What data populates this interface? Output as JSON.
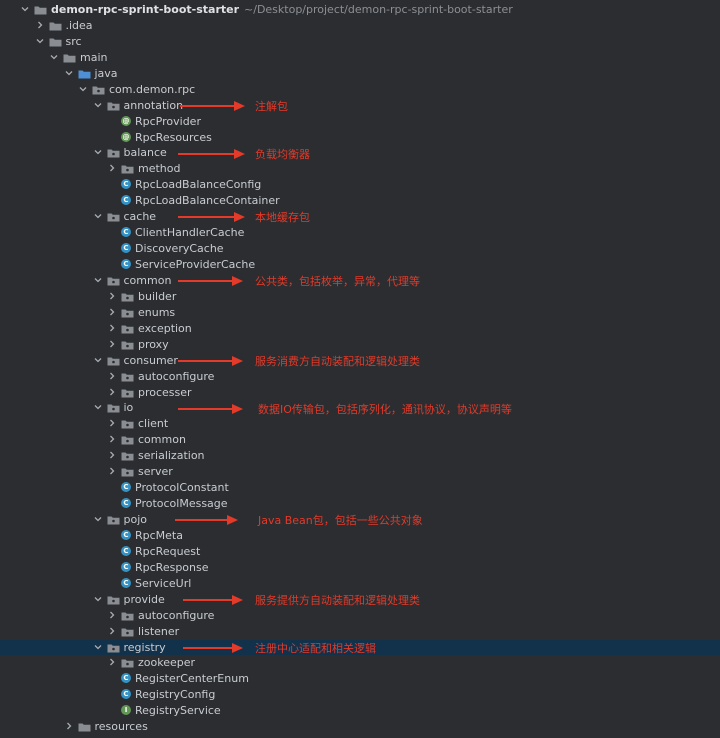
{
  "colors": {
    "background": "#2b2d30",
    "selected_row": "#12314a",
    "folder": "#8a8d92",
    "source_folder": "#4f8fd6",
    "class_icon": "#3592c4",
    "annotation_icon": "#629755",
    "interface_icon": "#629755",
    "annotation_red": "#e33a2a"
  },
  "tree": [
    {
      "depth": 0,
      "chev": "down",
      "icon": "folder",
      "label": "demon-rpc-sprint-boot-starter",
      "path": "~/Desktop/project/demon-rpc-sprint-boot-starter",
      "root": true
    },
    {
      "depth": 1,
      "chev": "right",
      "icon": "folder",
      "label": ".idea"
    },
    {
      "depth": 1,
      "chev": "down",
      "icon": "folder",
      "label": "src"
    },
    {
      "depth": 2,
      "chev": "down",
      "icon": "folder",
      "label": "main"
    },
    {
      "depth": 3,
      "chev": "down",
      "icon": "source-folder",
      "label": "java"
    },
    {
      "depth": 4,
      "chev": "down",
      "icon": "package",
      "label": "com.demon.rpc"
    },
    {
      "depth": 5,
      "chev": "down",
      "icon": "package",
      "label": "annotation"
    },
    {
      "depth": 6,
      "chev": "none",
      "icon": "annotation",
      "label": "RpcProvider"
    },
    {
      "depth": 6,
      "chev": "none",
      "icon": "annotation",
      "label": "RpcResources"
    },
    {
      "depth": 5,
      "chev": "down",
      "icon": "package",
      "label": "balance"
    },
    {
      "depth": 6,
      "chev": "right",
      "icon": "package",
      "label": "method"
    },
    {
      "depth": 6,
      "chev": "none",
      "icon": "class",
      "label": "RpcLoadBalanceConfig"
    },
    {
      "depth": 6,
      "chev": "none",
      "icon": "class",
      "label": "RpcLoadBalanceContainer"
    },
    {
      "depth": 5,
      "chev": "down",
      "icon": "package",
      "label": "cache"
    },
    {
      "depth": 6,
      "chev": "none",
      "icon": "class",
      "label": "ClientHandlerCache"
    },
    {
      "depth": 6,
      "chev": "none",
      "icon": "class",
      "label": "DiscoveryCache"
    },
    {
      "depth": 6,
      "chev": "none",
      "icon": "class",
      "label": "ServiceProviderCache"
    },
    {
      "depth": 5,
      "chev": "down",
      "icon": "package",
      "label": "common"
    },
    {
      "depth": 6,
      "chev": "right",
      "icon": "package",
      "label": "builder"
    },
    {
      "depth": 6,
      "chev": "right",
      "icon": "package",
      "label": "enums"
    },
    {
      "depth": 6,
      "chev": "right",
      "icon": "package",
      "label": "exception"
    },
    {
      "depth": 6,
      "chev": "right",
      "icon": "package",
      "label": "proxy"
    },
    {
      "depth": 5,
      "chev": "down",
      "icon": "package",
      "label": "consumer"
    },
    {
      "depth": 6,
      "chev": "right",
      "icon": "package",
      "label": "autoconfigure"
    },
    {
      "depth": 6,
      "chev": "right",
      "icon": "package",
      "label": "processer"
    },
    {
      "depth": 5,
      "chev": "down",
      "icon": "package",
      "label": "io"
    },
    {
      "depth": 6,
      "chev": "right",
      "icon": "package",
      "label": "client"
    },
    {
      "depth": 6,
      "chev": "right",
      "icon": "package",
      "label": "common"
    },
    {
      "depth": 6,
      "chev": "right",
      "icon": "package",
      "label": "serialization"
    },
    {
      "depth": 6,
      "chev": "right",
      "icon": "package",
      "label": "server"
    },
    {
      "depth": 6,
      "chev": "none",
      "icon": "class",
      "label": "ProtocolConstant"
    },
    {
      "depth": 6,
      "chev": "none",
      "icon": "class",
      "label": "ProtocolMessage"
    },
    {
      "depth": 5,
      "chev": "down",
      "icon": "package",
      "label": "pojo"
    },
    {
      "depth": 6,
      "chev": "none",
      "icon": "class",
      "label": "RpcMeta"
    },
    {
      "depth": 6,
      "chev": "none",
      "icon": "class",
      "label": "RpcRequest"
    },
    {
      "depth": 6,
      "chev": "none",
      "icon": "class",
      "label": "RpcResponse"
    },
    {
      "depth": 6,
      "chev": "none",
      "icon": "class",
      "label": "ServiceUrl"
    },
    {
      "depth": 5,
      "chev": "down",
      "icon": "package",
      "label": "provide"
    },
    {
      "depth": 6,
      "chev": "right",
      "icon": "package",
      "label": "autoconfigure"
    },
    {
      "depth": 6,
      "chev": "right",
      "icon": "package",
      "label": "listener"
    },
    {
      "depth": 5,
      "chev": "down",
      "icon": "package",
      "label": "registry",
      "selected": true
    },
    {
      "depth": 6,
      "chev": "right",
      "icon": "package",
      "label": "zookeeper"
    },
    {
      "depth": 6,
      "chev": "none",
      "icon": "class",
      "label": "RegisterCenterEnum"
    },
    {
      "depth": 6,
      "chev": "none",
      "icon": "class",
      "label": "RegistryConfig"
    },
    {
      "depth": 6,
      "chev": "none",
      "icon": "interface",
      "label": "RegistryService"
    },
    {
      "depth": 3,
      "chev": "right",
      "icon": "folder",
      "label": "resources"
    }
  ],
  "annotations": [
    {
      "row": 6,
      "text": "注解包"
    },
    {
      "row": 9,
      "text": "负载均衡器"
    },
    {
      "row": 13,
      "text": "本地缓存包"
    },
    {
      "row": 17,
      "text": "公共类，包括枚举，异常，代理等"
    },
    {
      "row": 22,
      "text": "服务消费方自动装配和逻辑处理类"
    },
    {
      "row": 25,
      "text": "数据IO传输包，包括序列化，通讯协议，协议声明等"
    },
    {
      "row": 32,
      "text": "Java Bean包，包括一些公共对象"
    },
    {
      "row": 37,
      "text": "服务提供方自动装配和逻辑处理类"
    },
    {
      "row": 40,
      "text": "注册中心适配和相关逻辑"
    }
  ]
}
